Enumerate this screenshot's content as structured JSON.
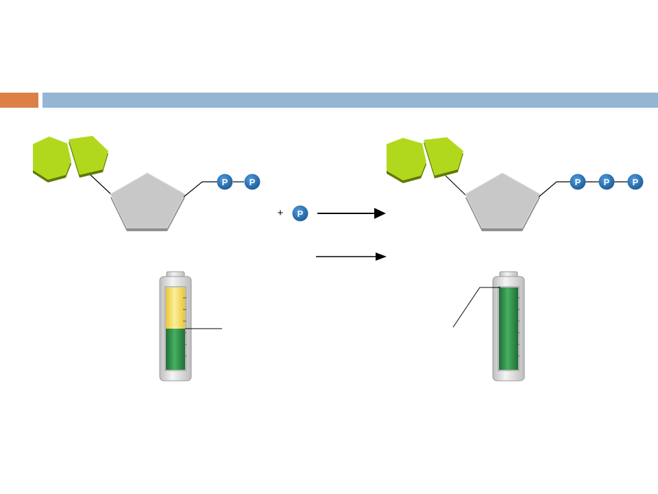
{
  "colors": {
    "header_accent": "#DD8047",
    "header_bar": "#94B6D2",
    "base_green": "#B2D81D",
    "base_green_dark": "#5E7A08",
    "sugar_fill": "#C8C8C8",
    "sugar_edge": "#8F8F8F",
    "phosphate_blue": "#2474B8",
    "battery_green": "#2E8B45",
    "battery_yellow": "#F2DC63",
    "battery_shell": "#D9D9D9",
    "arrow": "#000000"
  },
  "left_molecule": {
    "phosphates": [
      {
        "label": "P"
      },
      {
        "label": "P"
      }
    ],
    "base_icon": "adenine-base-icon",
    "sugar_icon": "ribose-sugar-icon"
  },
  "reaction": {
    "plus_sign": "+",
    "added_phosphate": {
      "label": "P"
    }
  },
  "right_molecule": {
    "phosphates": [
      {
        "label": "P"
      },
      {
        "label": "P"
      },
      {
        "label": "P"
      }
    ],
    "base_icon": "adenine-base-icon",
    "sugar_icon": "ribose-sugar-icon"
  },
  "batteries": {
    "left": {
      "charge_fraction": 0.5
    },
    "right": {
      "charge_fraction": 1.0
    }
  }
}
